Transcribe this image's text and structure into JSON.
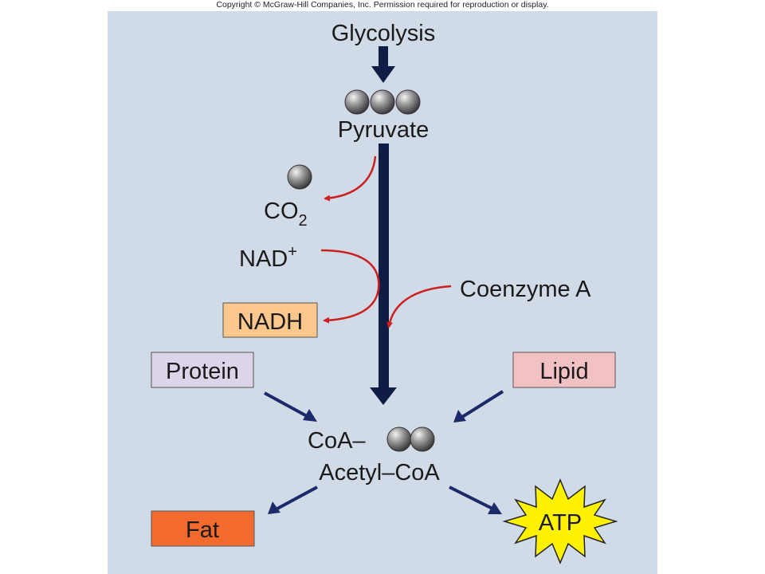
{
  "copyright": "Copyright © McGraw-Hill Companies, Inc. Permission required for reproduction or display.",
  "labels": {
    "glycolysis": "Glycolysis",
    "pyruvate": "Pyruvate",
    "co2_main": "CO",
    "co2_sub": "2",
    "nad_main": "NAD",
    "nad_sup": "+",
    "nadh": "NADH",
    "coenzyme_a": "Coenzyme A",
    "protein": "Protein",
    "lipid": "Lipid",
    "coa": "CoA–",
    "acetyl_coa": "Acetyl–CoA",
    "fat": "Fat",
    "atp": "ATP"
  },
  "colors": {
    "panel": "#d1dbe7",
    "main_arrow": "#0f1d45",
    "side_arrow": "#1c2a6b",
    "red_arrow": "#cc1f1f",
    "nadh_box": "#fbc78c",
    "protein_box": "#ddd4ea",
    "lipid_box": "#f2c1c4",
    "fat_box": "#f26a2e",
    "atp_star": "#fff200",
    "molecule": "#8a8a8a"
  }
}
